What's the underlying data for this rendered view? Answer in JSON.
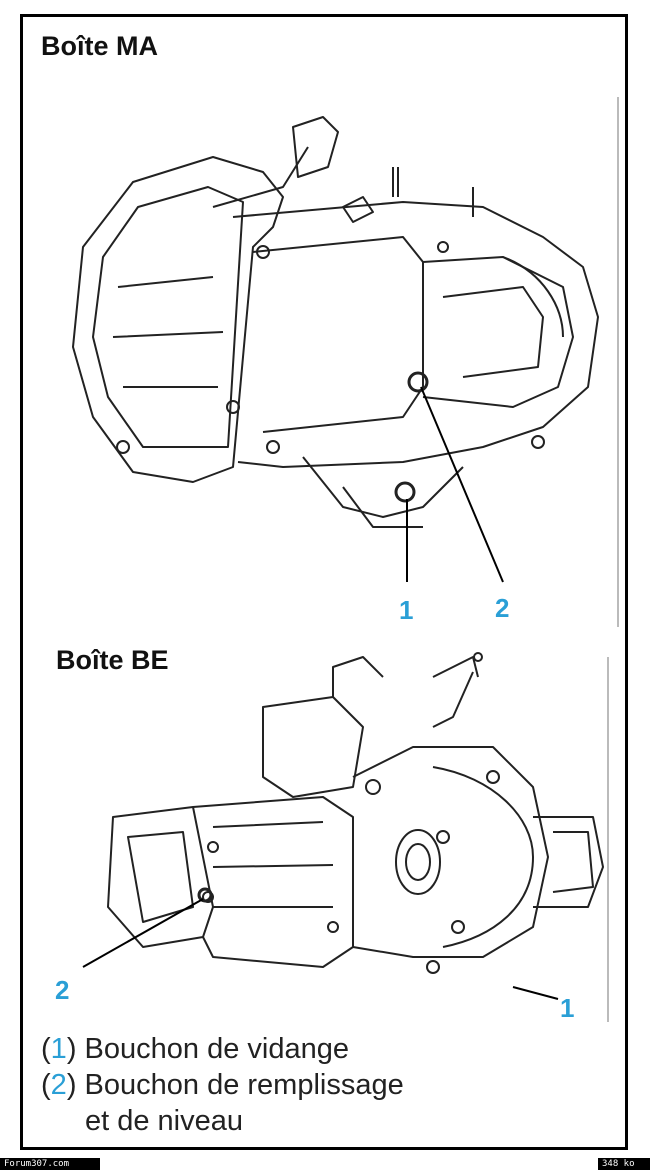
{
  "sections": {
    "ma": {
      "title": "Boîte MA",
      "callouts": [
        "1",
        "2"
      ]
    },
    "be": {
      "title": "Boîte BE",
      "callouts": [
        "2",
        "1"
      ]
    }
  },
  "legend": {
    "item1": {
      "num": "1",
      "text": "Bouchon de vidange"
    },
    "item2": {
      "num": "2",
      "text": "Bouchon de remplissage"
    },
    "item2_cont": "et de niveau"
  },
  "footer": {
    "left": "Forum307.com",
    "right": "348 ko"
  },
  "colors": {
    "accent": "#2a9fd6",
    "ink": "#111111"
  }
}
